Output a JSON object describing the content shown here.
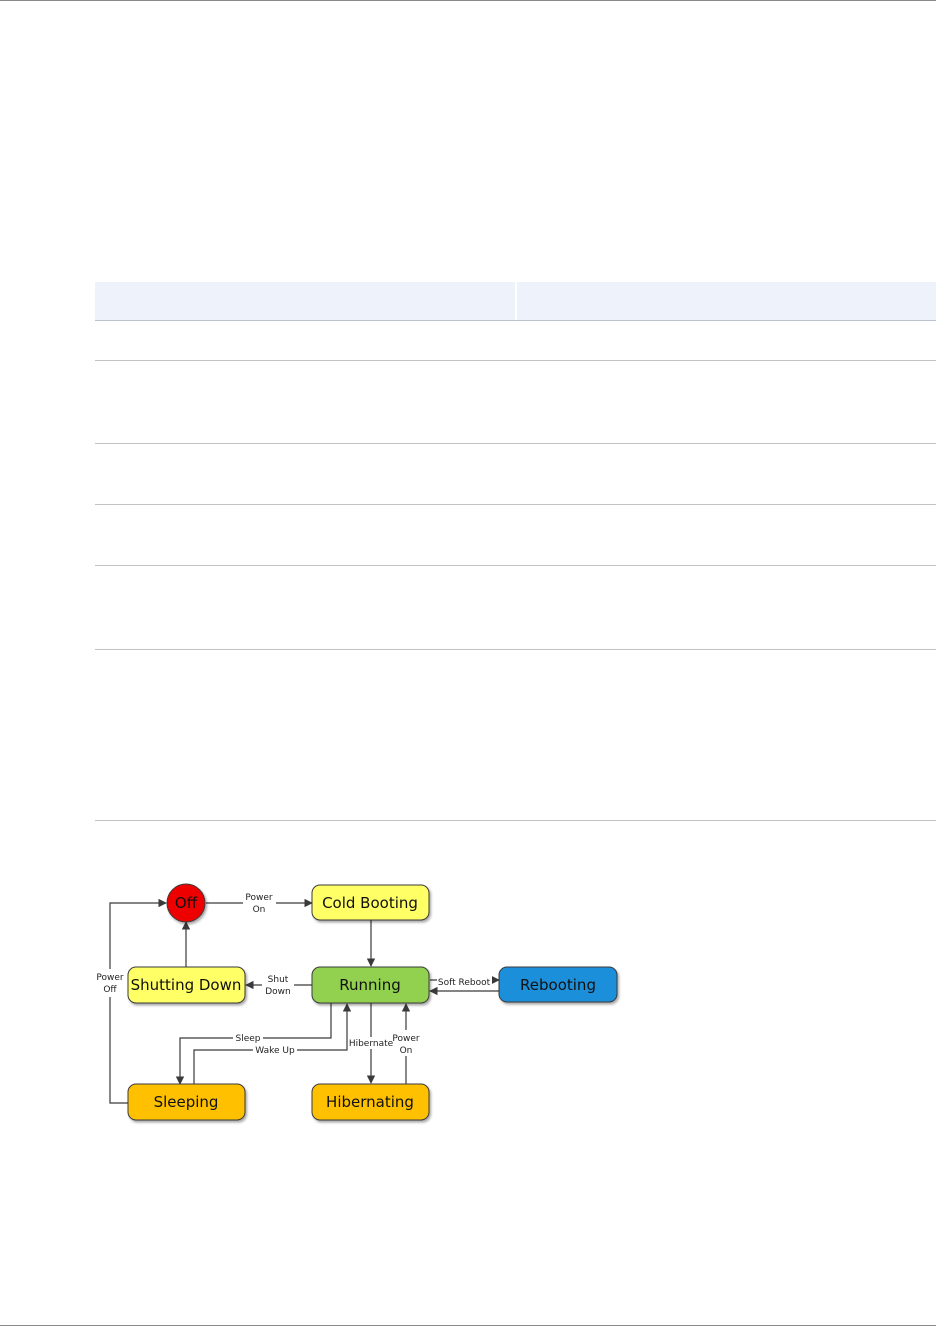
{
  "table": {
    "header": [
      "",
      ""
    ],
    "rows": [
      [
        "",
        ""
      ],
      [
        "",
        ""
      ],
      [
        "",
        ""
      ],
      [
        "",
        ""
      ],
      [
        "",
        ""
      ],
      [
        "",
        ""
      ]
    ]
  },
  "diagram": {
    "nodes": {
      "off": "Off",
      "cold_booting": "Cold Booting",
      "running": "Running",
      "shutting_down": "Shutting Down",
      "rebooting": "Rebooting",
      "sleeping": "Sleeping",
      "hibernating": "Hibernating"
    },
    "edges": {
      "power_on_top_1": "Power",
      "power_on_top_2": "On",
      "shut_down_1": "Shut",
      "shut_down_2": "Down",
      "soft_reboot": "Soft Reboot",
      "power_off_1": "Power",
      "power_off_2": "Off",
      "sleep": "Sleep",
      "wake_up": "Wake Up",
      "hibernate": "Hibernate",
      "power_on_bottom_1": "Power",
      "power_on_bottom_2": "On"
    },
    "colors": {
      "off": "#ee0000",
      "cold_booting": "#ffff66",
      "running": "#92d050",
      "shutting_down": "#ffff66",
      "rebooting": "#1a8fdb",
      "sleeping": "#ffc000",
      "hibernating": "#ffc000",
      "stroke": "#3a3a3a"
    }
  }
}
